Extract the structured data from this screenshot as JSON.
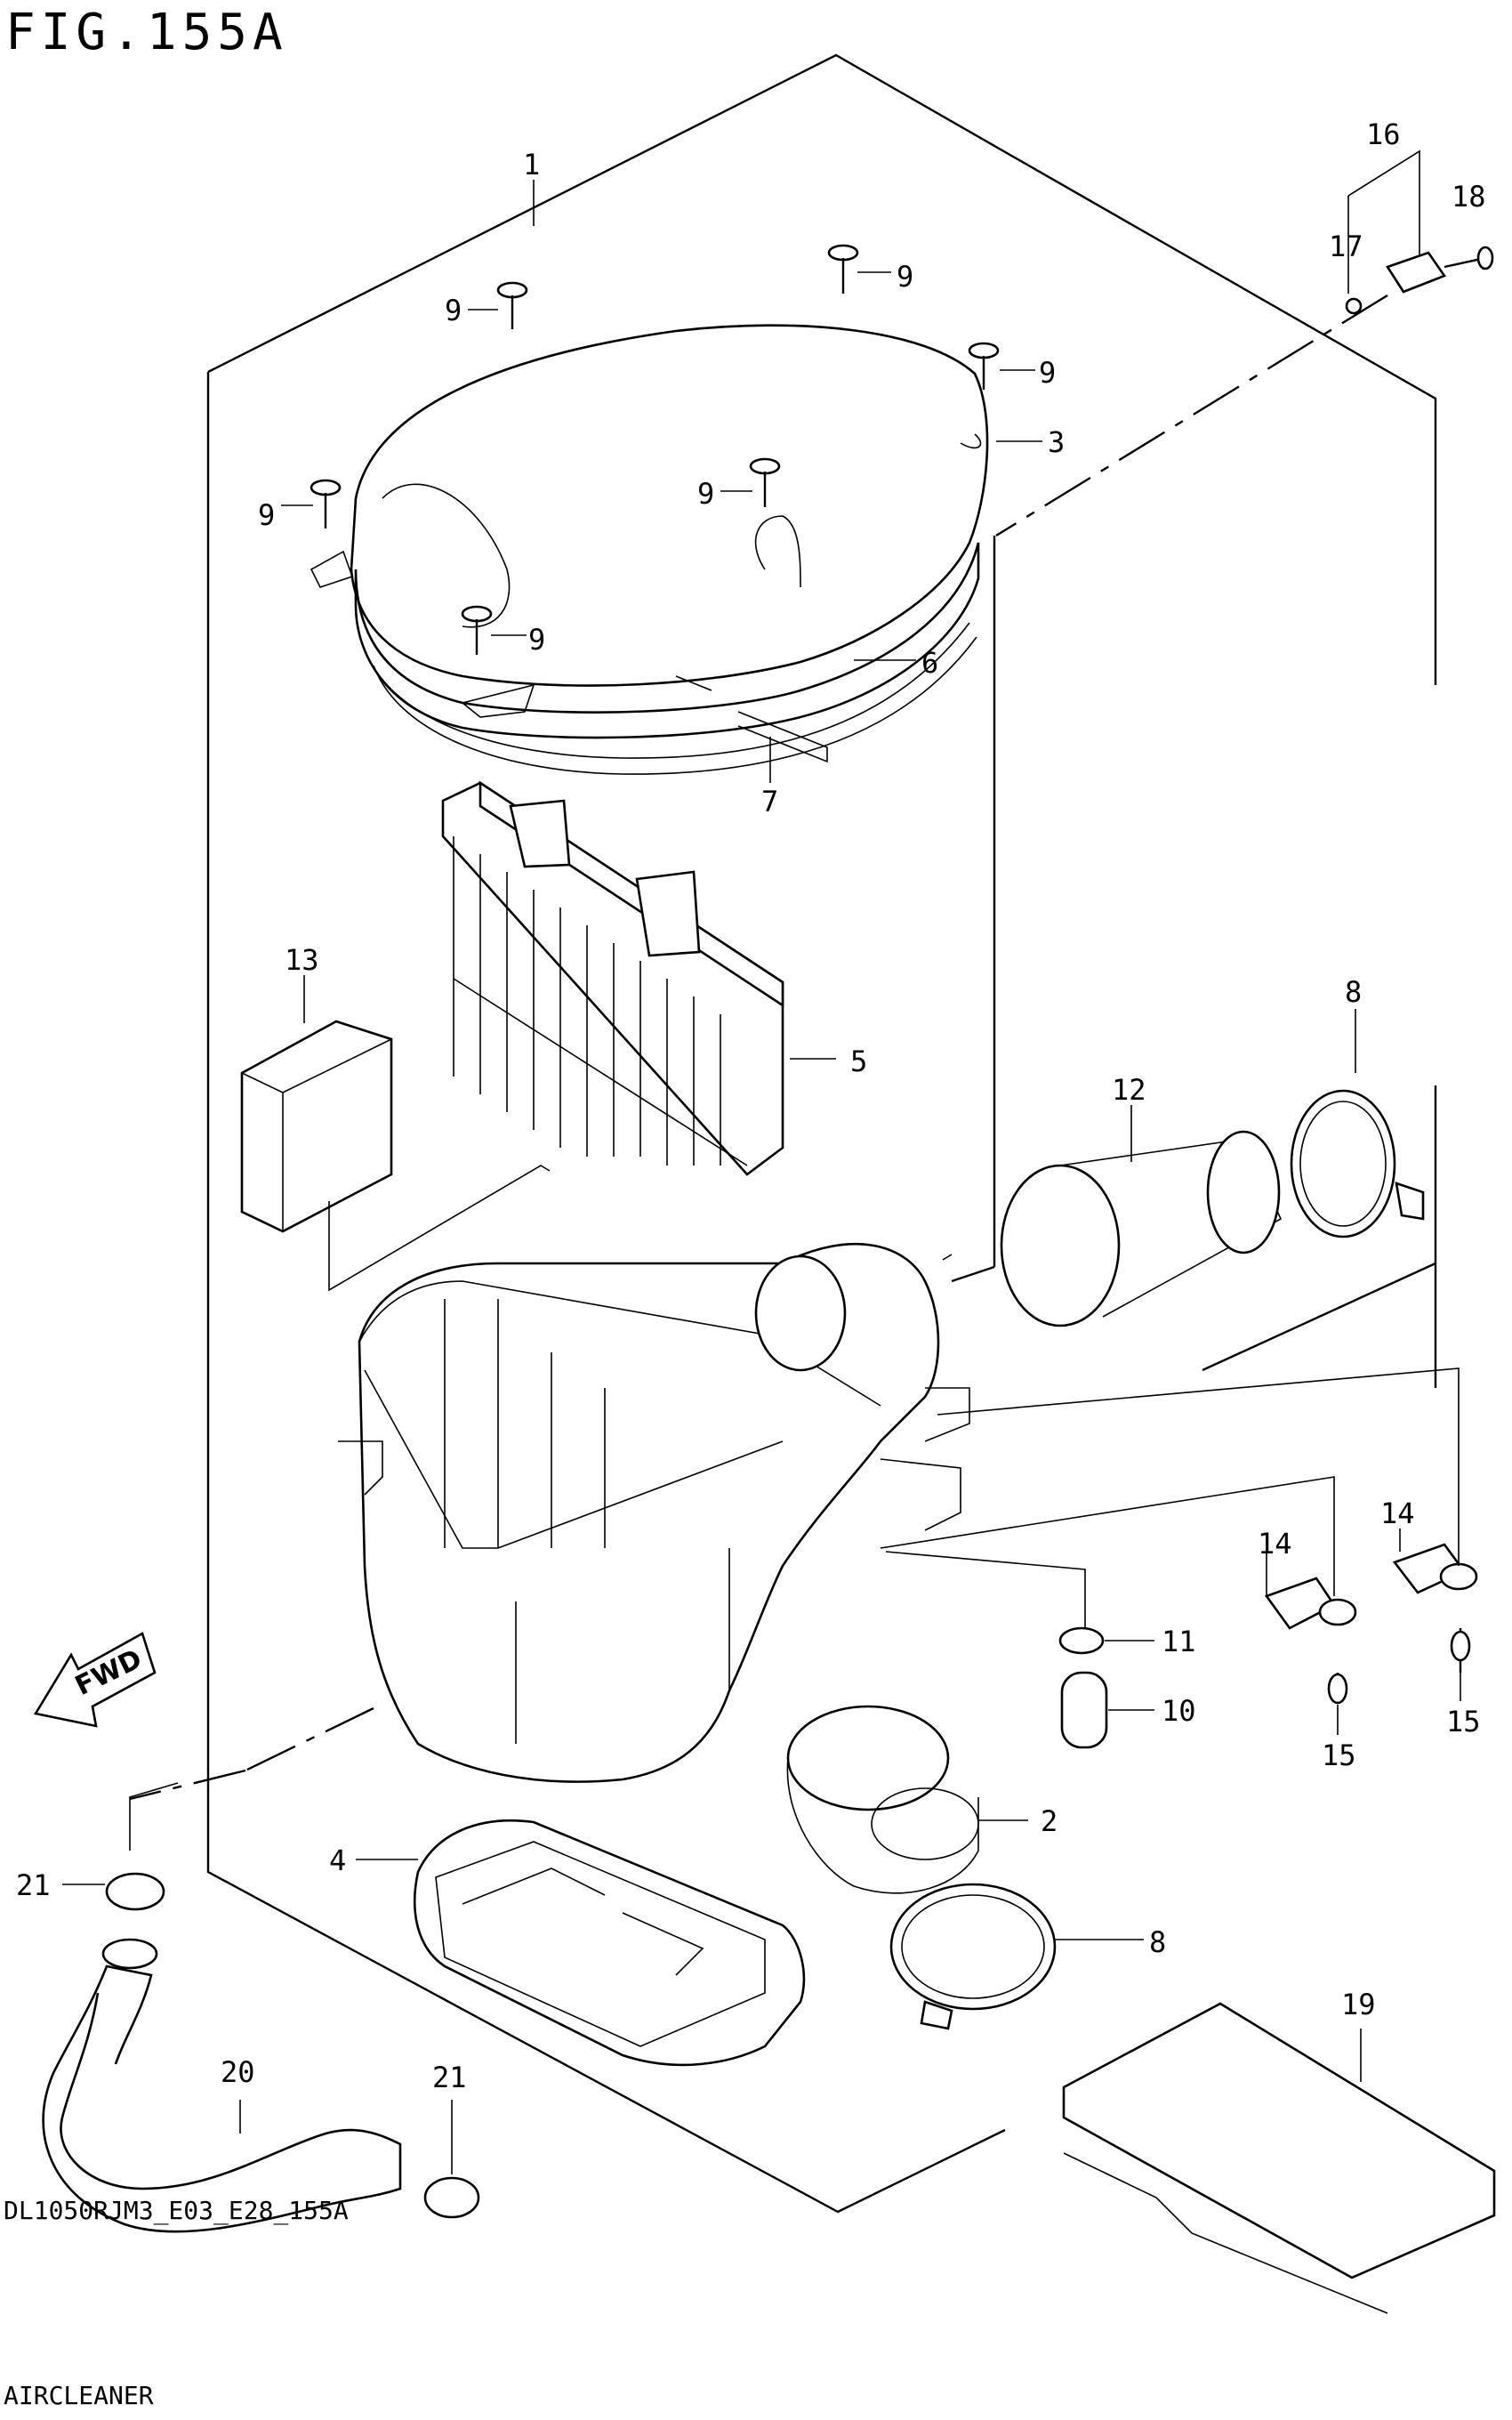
{
  "figure_title": "FIG.155A",
  "footer": {
    "code": "DL1050RJM3_E03_E28_155A",
    "name": "AIRCLEANER"
  },
  "fwd_label": "FWD",
  "callouts": [
    {
      "id": "c1",
      "label": "1"
    },
    {
      "id": "c16",
      "label": "16"
    },
    {
      "id": "c17",
      "label": "17"
    },
    {
      "id": "c18",
      "label": "18"
    },
    {
      "id": "c9a",
      "label": "9"
    },
    {
      "id": "c9b",
      "label": "9"
    },
    {
      "id": "c9c",
      "label": "9"
    },
    {
      "id": "c9d",
      "label": "9"
    },
    {
      "id": "c9e",
      "label": "9"
    },
    {
      "id": "c9f",
      "label": "9"
    },
    {
      "id": "c3",
      "label": "3"
    },
    {
      "id": "c6",
      "label": "6"
    },
    {
      "id": "c7",
      "label": "7"
    },
    {
      "id": "c13",
      "label": "13"
    },
    {
      "id": "c5",
      "label": "5"
    },
    {
      "id": "c8a",
      "label": "8"
    },
    {
      "id": "c12",
      "label": "12"
    },
    {
      "id": "c14a",
      "label": "14"
    },
    {
      "id": "c14b",
      "label": "14"
    },
    {
      "id": "c11",
      "label": "11"
    },
    {
      "id": "c10",
      "label": "10"
    },
    {
      "id": "c15a",
      "label": "15"
    },
    {
      "id": "c15b",
      "label": "15"
    },
    {
      "id": "c2",
      "label": "2"
    },
    {
      "id": "c4",
      "label": "4"
    },
    {
      "id": "c8b",
      "label": "8"
    },
    {
      "id": "c21a",
      "label": "21"
    },
    {
      "id": "c20",
      "label": "20"
    },
    {
      "id": "c21b",
      "label": "21"
    },
    {
      "id": "c19",
      "label": "19"
    }
  ]
}
